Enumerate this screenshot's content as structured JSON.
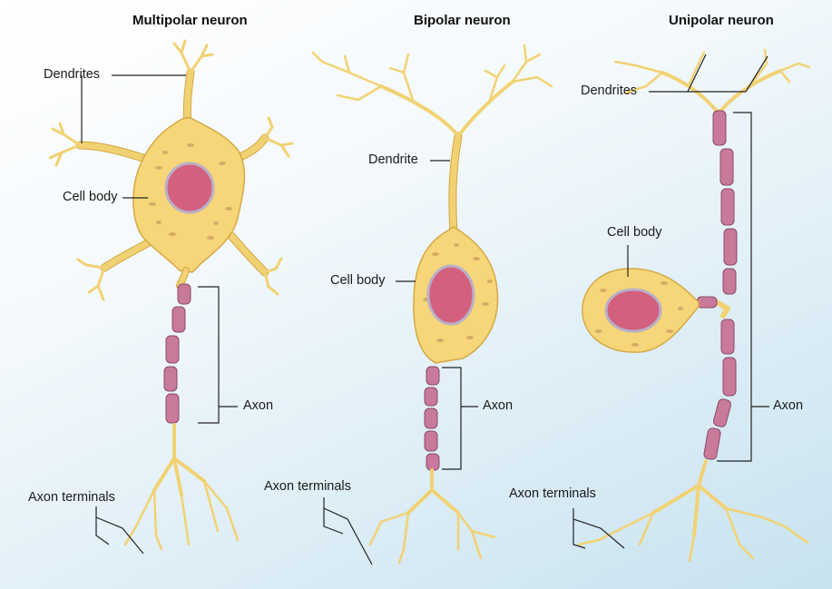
{
  "titles": {
    "multipolar": "Multipolar neuron",
    "bipolar": "Bipolar neuron",
    "unipolar": "Unipolar neuron"
  },
  "labels": {
    "multipolar": {
      "dendrites": "Dendrites",
      "cell_body": "Cell body",
      "axon": "Axon",
      "axon_terminals": "Axon terminals"
    },
    "bipolar": {
      "dendrite": "Dendrite",
      "cell_body": "Cell body",
      "axon": "Axon",
      "axon_terminals": "Axon terminals"
    },
    "unipolar": {
      "dendrites": "Dendrites",
      "cell_body": "Cell body",
      "axon": "Axon",
      "axon_terminals": "Axon terminals"
    }
  },
  "colors": {
    "background_top": "#ffffff",
    "background_bottom": "#c7e2ef",
    "cell_fill": "#f6d678",
    "cell_edge": "#d5a846",
    "nucleus": "#d3607f",
    "myelin_sheath": "#c97a9a"
  }
}
